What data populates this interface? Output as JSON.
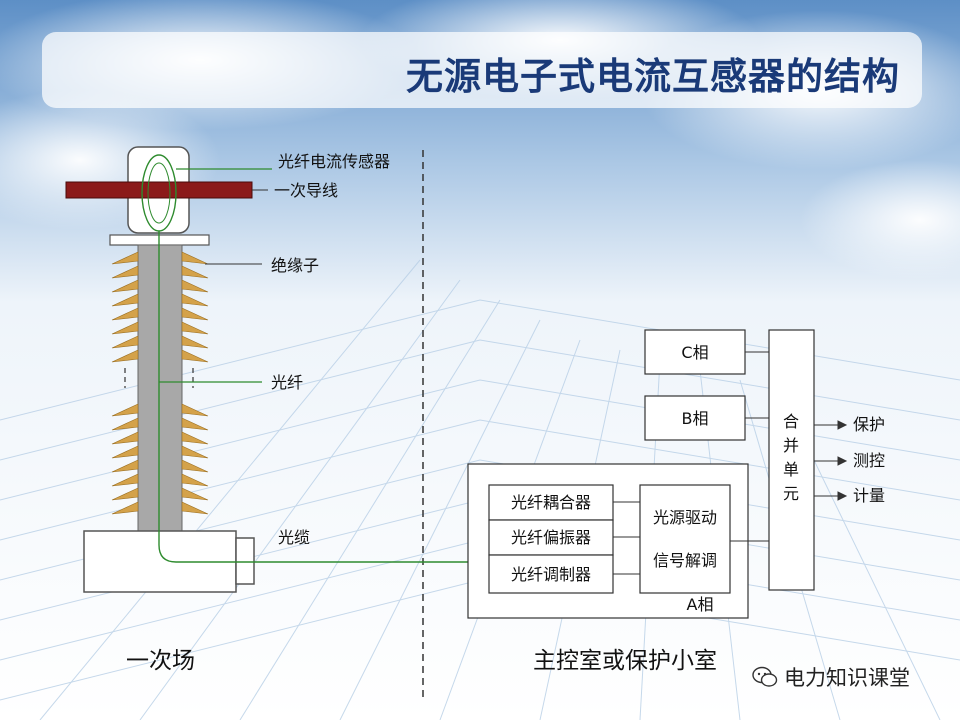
{
  "title": "无源电子式电流互感器的结构",
  "labels": {
    "sensor": "光纤电流传感器",
    "conductor": "一次导线",
    "insulator": "绝缘子",
    "fiber": "光纤",
    "cable": "光缆",
    "primary_field": "一次场",
    "control_room": "主控室或保护小室"
  },
  "phase_boxes": {
    "c": "C相",
    "b": "B相",
    "a": "A相"
  },
  "a_modules": [
    "光纤耦合器",
    "光纤偏振器",
    "光纤调制器"
  ],
  "driver_lines": [
    "光源驱动",
    "信号解调"
  ],
  "merge_unit_chars": [
    "合",
    "并",
    "单",
    "元"
  ],
  "outputs": [
    "保护",
    "测控",
    "计量"
  ],
  "watermark": "电力知识课堂",
  "colors": {
    "title": "#1a3a78",
    "conductor": "#8b1a1a",
    "fiber": "#2e8b2e",
    "insulator_core": "#a8a8a8",
    "sheds": "#d4a24a"
  }
}
